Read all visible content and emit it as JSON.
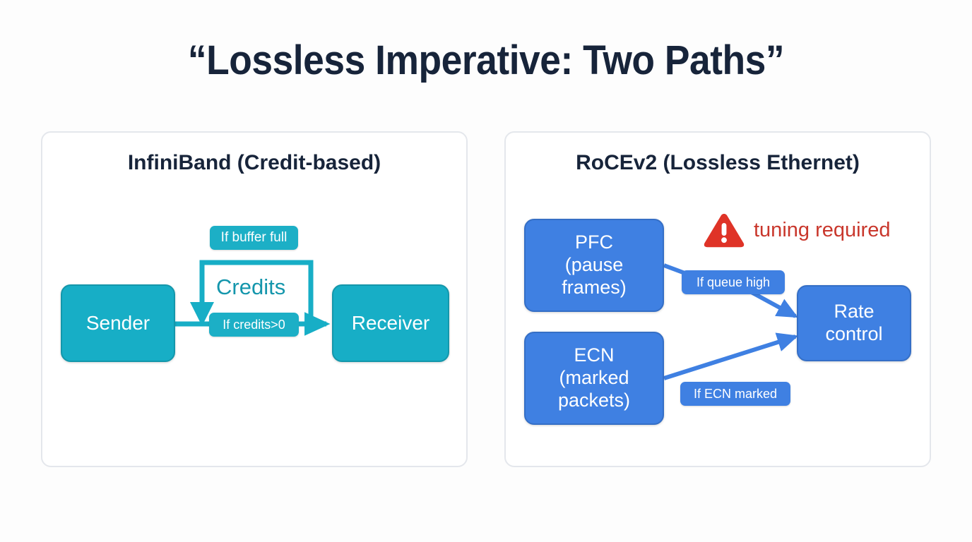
{
  "page": {
    "title": "“Lossless Imperative: Two Paths”",
    "background_color": "#fdfdfd",
    "title_color": "#17243a"
  },
  "panels": [
    {
      "id": "infiniband",
      "title": "InfiniBand (Credit-based)",
      "accent_color": "#17AEC6",
      "nodes": [
        {
          "id": "sender",
          "label": "Sender"
        },
        {
          "id": "receiver",
          "label": "Receiver"
        }
      ],
      "edge_labels": [
        {
          "id": "buffer-full",
          "label": "If buffer full"
        },
        {
          "id": "credits-gt0",
          "label": "If credits>0"
        },
        {
          "id": "credits",
          "label": "Credits"
        }
      ]
    },
    {
      "id": "rocev2",
      "title": "RoCEv2 (Lossless Ethernet)",
      "accent_color": "#3F80E2",
      "nodes": [
        {
          "id": "pfc",
          "label": "PFC\n(pause\nframes)"
        },
        {
          "id": "ecn",
          "label": "ECN\n(marked\npackets)"
        },
        {
          "id": "rate",
          "label": "Rate\ncontrol"
        }
      ],
      "edge_labels": [
        {
          "id": "queue-high",
          "label": "If queue high"
        },
        {
          "id": "ecn-marked",
          "label": "If ECN marked"
        }
      ],
      "warning": {
        "icon": "warning-triangle-icon",
        "text": "tuning required",
        "color": "#c9372c"
      }
    }
  ],
  "chart_data": {
    "type": "diagram",
    "title": "“Lossless Imperative: Two Paths”",
    "panels": [
      {
        "title": "InfiniBand (Credit-based)",
        "nodes": [
          "Sender",
          "Receiver"
        ],
        "edges": [
          {
            "from": "Sender",
            "to": "Receiver",
            "label": "If credits>0"
          },
          {
            "from": "Receiver",
            "to": "Sender",
            "label": "If buffer full",
            "note": "Credits"
          }
        ]
      },
      {
        "title": "RoCEv2 (Lossless Ethernet)",
        "nodes": [
          "PFC (pause frames)",
          "ECN (marked packets)",
          "Rate control"
        ],
        "edges": [
          {
            "from": "PFC (pause frames)",
            "to": "Rate control",
            "label": "If queue high"
          },
          {
            "from": "ECN (marked packets)",
            "to": "Rate control",
            "label": "If ECN marked"
          }
        ],
        "annotations": [
          "tuning required"
        ]
      }
    ]
  }
}
